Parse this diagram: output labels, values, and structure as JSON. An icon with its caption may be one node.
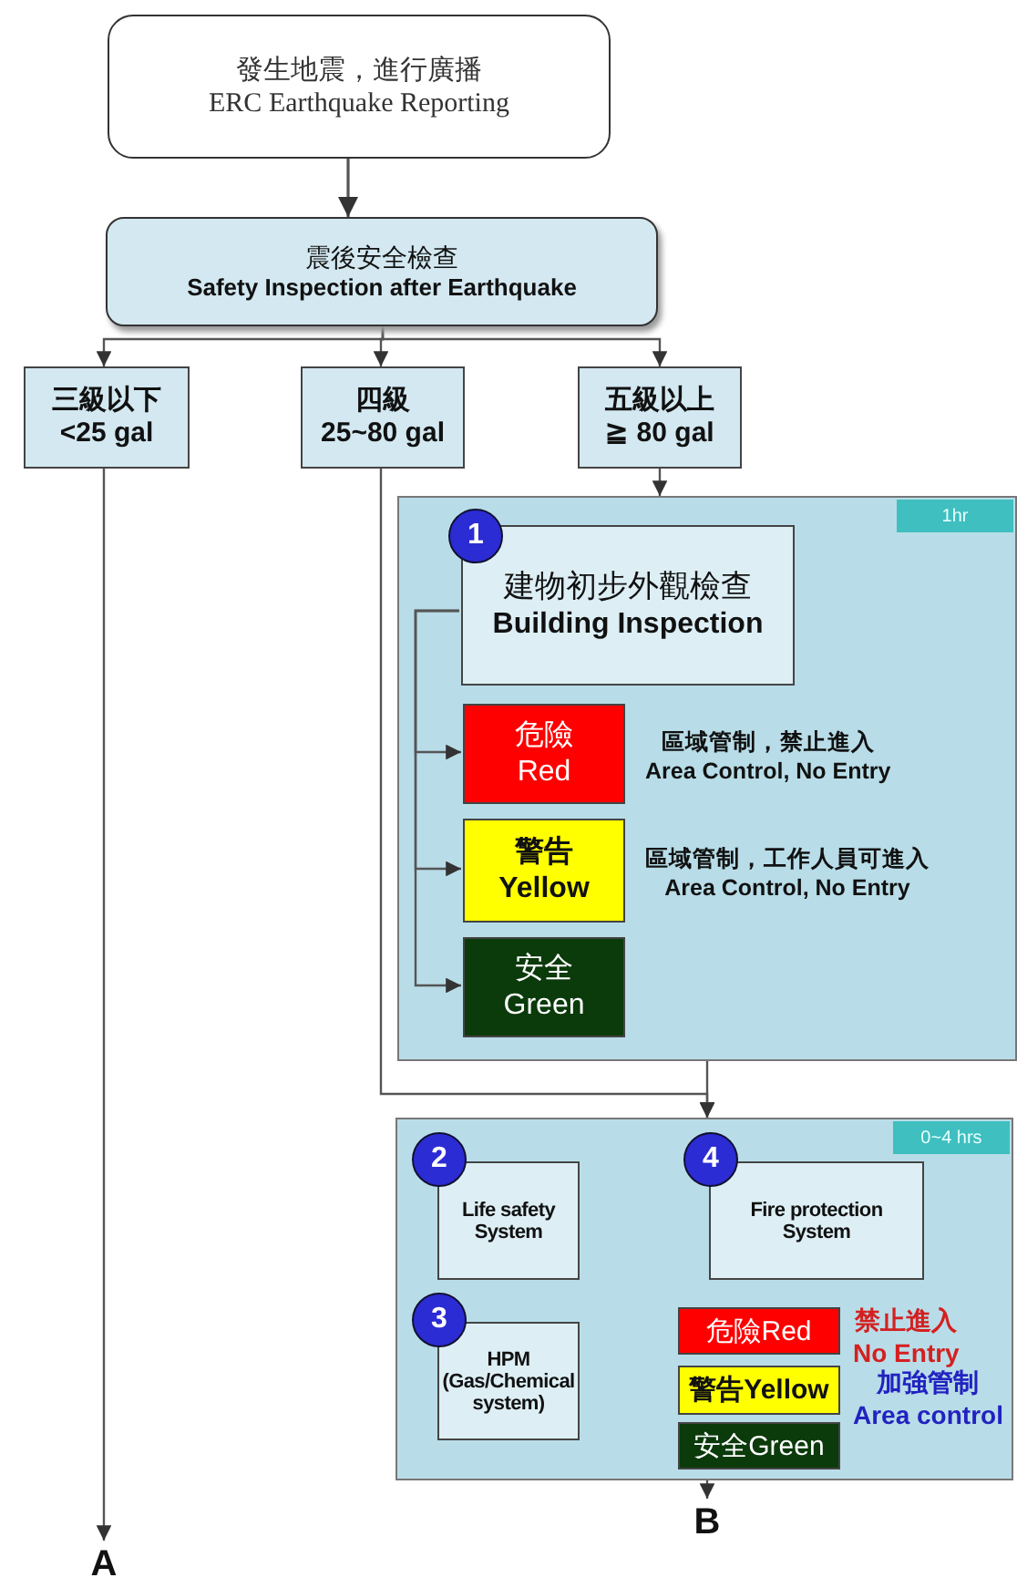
{
  "diagram": {
    "nodes": [
      {
        "text": [
          "發生地震，進行廣播",
          "ERC Earthquake Reporting"
        ]
      },
      {
        "text": [
          "震後安全檢查",
          "Safety Inspection after Earthquake"
        ]
      },
      {
        "text": [
          "三級以下",
          "<25 gal"
        ]
      },
      {
        "text": [
          "四級",
          "25~80 gal"
        ]
      },
      {
        "text": [
          "五級以上",
          "≧ 80 gal"
        ]
      },
      {
        "text": [
          "1hr"
        ]
      },
      {
        "text": [
          "1"
        ],
        "in": 5
      },
      {
        "text": [
          "建物初步外觀檢查",
          "Building Inspection"
        ],
        "in": 5
      },
      {
        "text": [
          "危險",
          "Red"
        ],
        "in": 5,
        "beside": [
          "區域管制，禁止進入",
          "Area Control, No Entry"
        ]
      },
      {
        "text": [
          "警告",
          "Yellow"
        ],
        "in": 5,
        "beside": [
          "區域管制，工作人員可進入",
          "Area Control, No Entry"
        ]
      },
      {
        "text": [
          "安全",
          "Green"
        ],
        "in": 5
      },
      {
        "text": [
          "0~4 hrs"
        ]
      },
      {
        "text": [
          "2"
        ],
        "in": 11
      },
      {
        "text": [
          "Life safety System"
        ],
        "in": 11
      },
      {
        "text": [
          "4"
        ],
        "in": 11
      },
      {
        "text": [
          "Fire protection System"
        ],
        "in": 11
      },
      {
        "text": [
          "3"
        ],
        "in": 11
      },
      {
        "text": [
          "HPM (Gas/Chemical system)"
        ],
        "in": 11
      },
      {
        "text": [
          "危險Red"
        ],
        "in": 11,
        "beside": [
          "禁止進入",
          "No Entry"
        ]
      },
      {
        "text": [
          "警告Yellow"
        ],
        "in": 11,
        "beside": [
          "加強管制",
          "Area control"
        ]
      },
      {
        "text": [
          "安全Green"
        ],
        "in": 11
      },
      {
        "text": [
          "A"
        ]
      },
      {
        "text": [
          "B"
        ]
      }
    ],
    "edges": [
      {
        "from": 0,
        "to": 1,
        "arrow": "to"
      },
      {
        "from": 1,
        "to": 2,
        "arrow": "to"
      },
      {
        "from": 1,
        "to": 3,
        "arrow": "to"
      },
      {
        "from": 1,
        "to": 4,
        "arrow": "to"
      },
      {
        "from": 2,
        "to": 21,
        "arrow": "to"
      },
      {
        "from": 4,
        "to": 5,
        "arrow": "to"
      },
      {
        "from": 7,
        "to": 8,
        "arrow": "to"
      },
      {
        "from": 7,
        "to": 9,
        "arrow": "to"
      },
      {
        "from": 7,
        "to": 10,
        "arrow": "to"
      },
      {
        "from": 3,
        "to": 11,
        "arrow": "to"
      },
      {
        "from": 5,
        "to": 11,
        "arrow": "to"
      },
      {
        "from": 11,
        "to": 22,
        "arrow": "to"
      }
    ]
  }
}
